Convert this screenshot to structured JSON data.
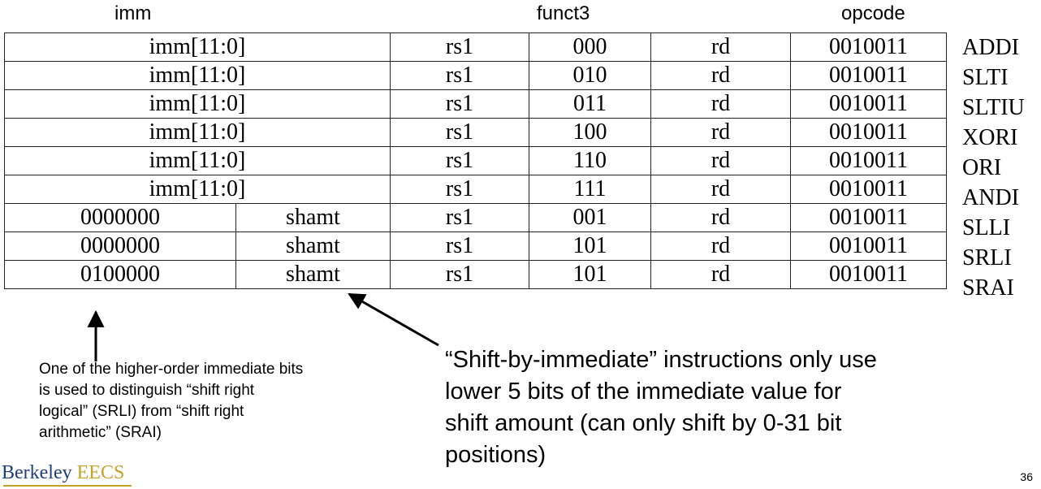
{
  "headers": {
    "imm": "imm",
    "funct3": "funct3",
    "opcode": "opcode"
  },
  "rows": [
    {
      "imm": "imm[11:0]",
      "rs1": "rs1",
      "funct3": "000",
      "rd": "rd",
      "opcode": "0010011",
      "mnemonic": "ADDI"
    },
    {
      "imm": "imm[11:0]",
      "rs1": "rs1",
      "funct3": "010",
      "rd": "rd",
      "opcode": "0010011",
      "mnemonic": "SLTI"
    },
    {
      "imm": "imm[11:0]",
      "rs1": "rs1",
      "funct3": "011",
      "rd": "rd",
      "opcode": "0010011",
      "mnemonic": "SLTIU"
    },
    {
      "imm": "imm[11:0]",
      "rs1": "rs1",
      "funct3": "100",
      "rd": "rd",
      "opcode": "0010011",
      "mnemonic": "XORI"
    },
    {
      "imm": "imm[11:0]",
      "rs1": "rs1",
      "funct3": "110",
      "rd": "rd",
      "opcode": "0010011",
      "mnemonic": "ORI"
    },
    {
      "imm": "imm[11:0]",
      "rs1": "rs1",
      "funct3": "111",
      "rd": "rd",
      "opcode": "0010011",
      "mnemonic": "ANDI"
    },
    {
      "imm_hi": "0000000",
      "shamt": "shamt",
      "rs1": "rs1",
      "funct3": "001",
      "rd": "rd",
      "opcode": "0010011",
      "mnemonic": "SLLI"
    },
    {
      "imm_hi": "0000000",
      "shamt": "shamt",
      "rs1": "rs1",
      "funct3": "101",
      "rd": "rd",
      "opcode": "0010011",
      "mnemonic": "SRLI"
    },
    {
      "imm_hi": "0100000",
      "shamt": "shamt",
      "rs1": "rs1",
      "funct3": "101",
      "rd": "rd",
      "opcode": "0010011",
      "mnemonic": "SRAI"
    }
  ],
  "notes": {
    "left": "One of the higher-order immediate bits is used to distinguish “shift right logical” (SRLI) from “shift right arithmetic” (SRAI)",
    "right": "“Shift-by-immediate” instructions only use lower 5 bits of the immediate value for shift amount (can only shift by 0-31 bit positions)"
  },
  "logo": {
    "part1": "Berkeley ",
    "part2": "EECS"
  },
  "page_number": "36"
}
